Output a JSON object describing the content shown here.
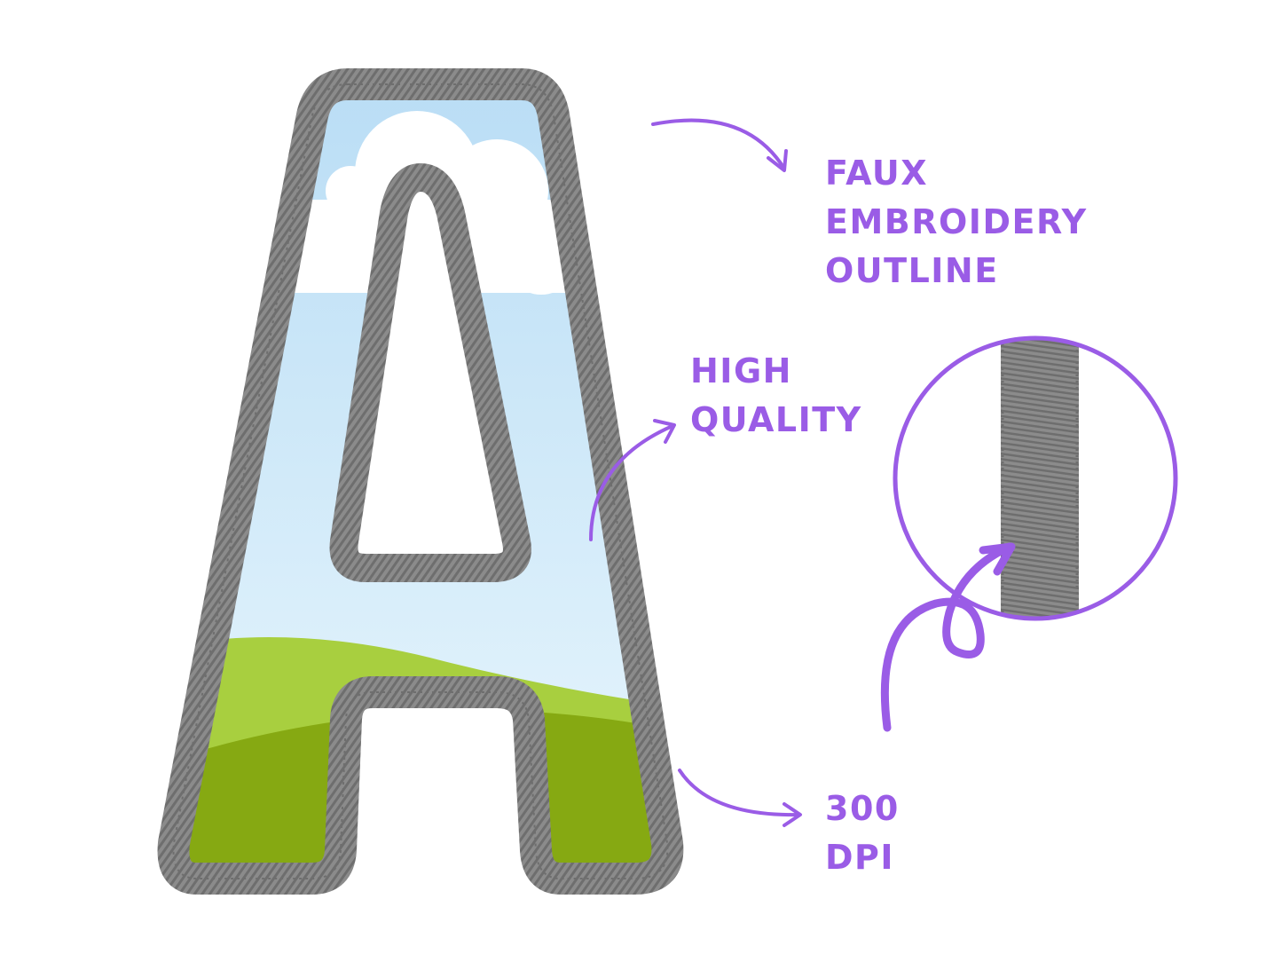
{
  "colors": {
    "accent": "#9a5ce6",
    "stitch": "#8b8b8b",
    "stitch_dark": "#6e6e6e",
    "sky_top": "#b9ddf5",
    "sky_bottom": "#eaf7fd",
    "grass_light": "#a8cf3f",
    "grass_dark": "#86a912",
    "background": "#ffffff"
  },
  "subject": {
    "letter": "A",
    "fill": "sky with cloud over green hills",
    "outline": "faux embroidery zigzag stitch"
  },
  "callouts": [
    {
      "text": "FAUX\nEMBROIDERY\nOUTLINE"
    },
    {
      "text": "HIGH\nQUALITY"
    },
    {
      "text": "300\nDPI"
    }
  ],
  "zoom_detail": {
    "subject": "magnified stitched outline"
  },
  "icons": [
    "curved-arrow-icon",
    "curved-arrow-icon",
    "curved-arrow-icon",
    "loop-arrow-icon"
  ]
}
